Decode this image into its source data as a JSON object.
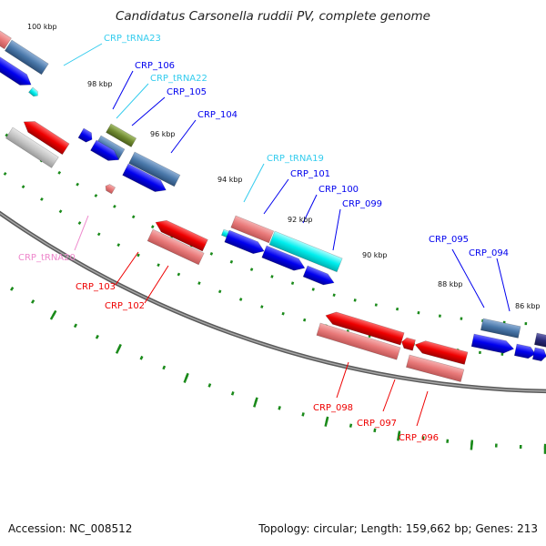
{
  "title": "Candidatus Carsonella ruddii PV, complete genome",
  "footer": {
    "accession": "Accession: NC_008512",
    "summary": "Topology: circular; Length: 159,662 bp; Genes: 213"
  },
  "colors": {
    "cds_forward": "#0000ee",
    "cds_reverse": "#ee0000",
    "trna": "#33ccee",
    "trna_reverse": "#ee88cc",
    "backbone": "#808080",
    "ticks": "#1a8a1a"
  },
  "scale_labels": [
    "100 kbp",
    "98 kbp",
    "96 kbp",
    "94 kbp",
    "92 kbp",
    "90 kbp",
    "88 kbp",
    "86 kbp"
  ],
  "gene_labels": [
    {
      "text": "CRP_tRNA23",
      "kind": "trna"
    },
    {
      "text": "CRP_106",
      "kind": "forward"
    },
    {
      "text": "CRP_tRNA22",
      "kind": "trna"
    },
    {
      "text": "CRP_105",
      "kind": "forward"
    },
    {
      "text": "CRP_104",
      "kind": "forward"
    },
    {
      "text": "CRP_tRNA19",
      "kind": "trna"
    },
    {
      "text": "CRP_101",
      "kind": "forward"
    },
    {
      "text": "CRP_100",
      "kind": "forward"
    },
    {
      "text": "CRP_099",
      "kind": "forward"
    },
    {
      "text": "CRP_095",
      "kind": "forward"
    },
    {
      "text": "CRP_094",
      "kind": "forward"
    },
    {
      "text": "CRP_tRNA20",
      "kind": "trna_reverse"
    },
    {
      "text": "CRP_103",
      "kind": "reverse"
    },
    {
      "text": "CRP_102",
      "kind": "reverse"
    },
    {
      "text": "CRP_098",
      "kind": "reverse"
    },
    {
      "text": "CRP_097",
      "kind": "reverse"
    },
    {
      "text": "CRP_096",
      "kind": "reverse"
    }
  ]
}
